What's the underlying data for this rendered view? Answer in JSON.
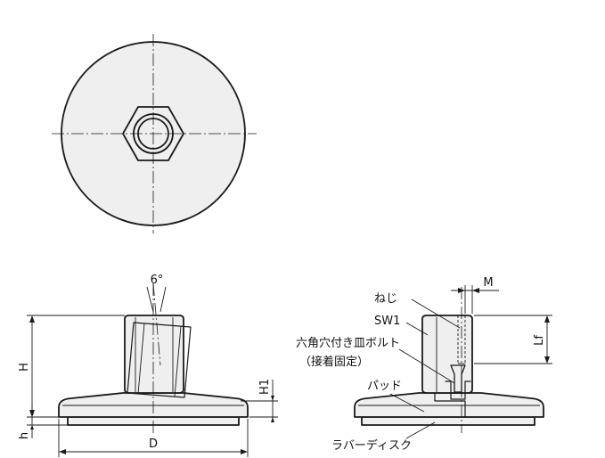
{
  "dimensions": {
    "angle": "6°",
    "height_total": "H",
    "height_base": "H1",
    "height_disc": "h",
    "diameter": "D",
    "thread": "M",
    "thread_length": "Lf"
  },
  "callouts": {
    "screw": "ねじ",
    "washer": "SW1",
    "bolt_line1": "六角穴付き皿ボルト",
    "bolt_line2": "（接着固定）",
    "pad": "パッド",
    "rubber_disc": "ラバーディスク"
  }
}
